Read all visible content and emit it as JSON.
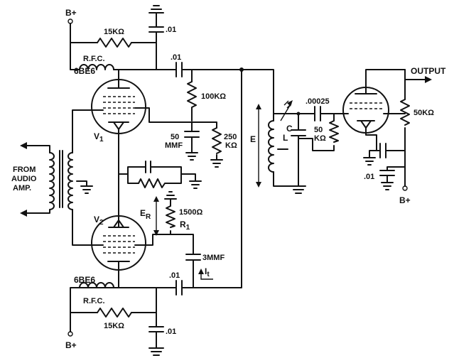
{
  "labels": {
    "b_plus": "B+",
    "r_15k": "15KΩ",
    "rfc": "R.F.C.",
    "cap_01": ".01",
    "r_100k": "100KΩ",
    "tube_type": "6BE6",
    "v1": "V",
    "v_sub1": "1",
    "v2": "V",
    "v_sub2": "2",
    "c_50mmf_a": "50",
    "c_50mmf_b": "MMF",
    "r_250k_a": "250",
    "r_250k_b": "KΩ",
    "from_audio_1": "FROM",
    "from_audio_2": "AUDIO",
    "from_audio_3": "AMP.",
    "e_r": "E",
    "e_r_sub": "R",
    "r_1500": "1500Ω",
    "r1": "R",
    "r1_sub": "1",
    "c_3mmf": "3MMF",
    "i_t": "I",
    "i_t_sub": "t",
    "e": "E",
    "l": "L",
    "c": "C",
    "c_00025": ".00025",
    "r_50k_a": "50",
    "r_50k_b": "KΩ",
    "output": "OUTPUT",
    "r_50k_plate": "50KΩ"
  }
}
